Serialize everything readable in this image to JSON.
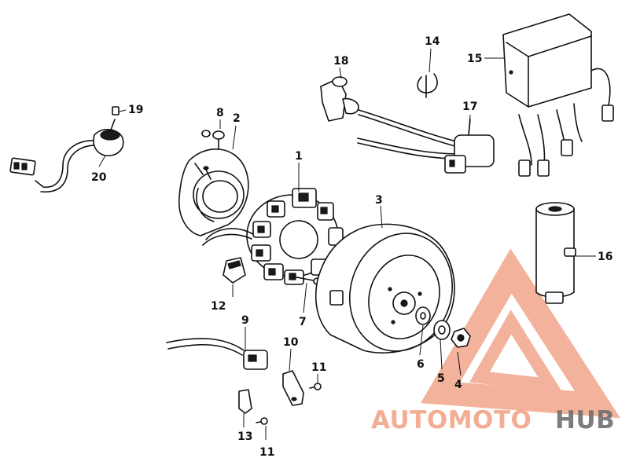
{
  "callouts": [
    {
      "id": "p1",
      "label": "1"
    },
    {
      "id": "p2",
      "label": "2"
    },
    {
      "id": "p3",
      "label": "3"
    },
    {
      "id": "p4",
      "label": "4"
    },
    {
      "id": "p5",
      "label": "5"
    },
    {
      "id": "p6",
      "label": "6"
    },
    {
      "id": "p7",
      "label": "7"
    },
    {
      "id": "p8",
      "label": "8"
    },
    {
      "id": "p9",
      "label": "9"
    },
    {
      "id": "p10",
      "label": "10"
    },
    {
      "id": "p11a",
      "label": "11"
    },
    {
      "id": "p11b",
      "label": "11"
    },
    {
      "id": "p12",
      "label": "12"
    },
    {
      "id": "p13",
      "label": "13"
    },
    {
      "id": "p14",
      "label": "14"
    },
    {
      "id": "p15",
      "label": "15"
    },
    {
      "id": "p16",
      "label": "16"
    },
    {
      "id": "p17",
      "label": "17"
    },
    {
      "id": "p18",
      "label": "18"
    },
    {
      "id": "p19",
      "label": "19"
    },
    {
      "id": "p20",
      "label": "20"
    }
  ],
  "watermark": {
    "part1": "AUTOMOTO",
    "part2": "HUB",
    "color_primary": "#f2a58a",
    "color_secondary": "#f6c77e",
    "color_hub": "#6f6f6f"
  }
}
